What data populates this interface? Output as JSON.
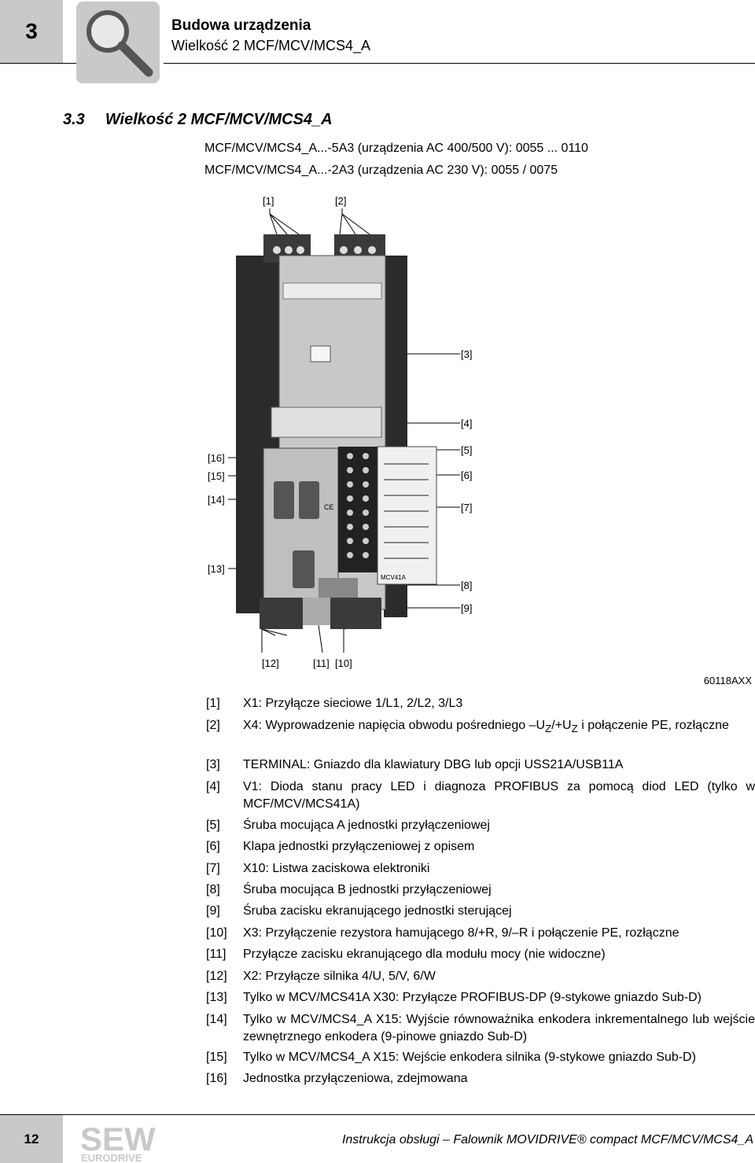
{
  "header": {
    "chapter": "3",
    "title": "Budowa urządzenia",
    "subtitle": "Wielkość 2 MCF/MCV/MCS4_A"
  },
  "section": {
    "number": "3.3",
    "title": "Wielkość 2 MCF/MCV/MCS4_A"
  },
  "variants": [
    "MCF/MCV/MCS4_A...-5A3 (urządzenia AC 400/500 V): 0055 ... 0110",
    "MCF/MCV/MCS4_A...-2A3 (urządzenia AC 230 V): 0055 / 0075"
  ],
  "figure": {
    "code": "60118AXX",
    "callouts": [
      "[1]",
      "[2]",
      "[3]",
      "[4]",
      "[5]",
      "[6]",
      "[7]",
      "[8]",
      "[9]",
      "[10]",
      "[11]",
      "[12]",
      "[13]",
      "[14]",
      "[15]",
      "[16]"
    ],
    "labels": {
      "cert_mark": "CE",
      "option_label": "MCV41A"
    }
  },
  "legend": [
    {
      "num": "[1]",
      "text": "X1: Przyłącze sieciowe 1/L1, 2/L2, 3/L3"
    },
    {
      "num": "[2]",
      "text_a": "X4: Wyprowadzenie napięcia obwodu pośredniego –U",
      "sub1": "Z",
      "text_b": "/+U",
      "sub2": "Z",
      "text_c": " i połączenie PE, rozłączne"
    },
    {
      "num": "[3]",
      "text": "TERMINAL: Gniazdo dla klawiatury DBG lub opcji USS21A/USB11A"
    },
    {
      "num": "[4]",
      "text": "V1: Dioda stanu pracy LED i diagnoza PROFIBUS za pomocą diod LED (tylko w MCF/MCV/MCS41A)"
    },
    {
      "num": "[5]",
      "text": "Śruba mocująca A jednostki przyłączeniowej"
    },
    {
      "num": "[6]",
      "text": "Klapa jednostki przyłączeniowej z opisem"
    },
    {
      "num": "[7]",
      "text": "X10: Listwa zaciskowa elektroniki"
    },
    {
      "num": "[8]",
      "text": "Śruba mocująca B jednostki przyłączeniowej"
    },
    {
      "num": "[9]",
      "text": "Śruba zacisku ekranującego jednostki sterującej"
    },
    {
      "num": "[10]",
      "text": "X3: Przyłączenie rezystora hamującego 8/+R, 9/–R i połączenie PE, rozłączne"
    },
    {
      "num": "[11]",
      "text": "Przyłącze zacisku ekranującego dla modułu mocy (nie widoczne)"
    },
    {
      "num": "[12]",
      "text": "X2: Przyłącze silnika 4/U, 5/V, 6/W"
    },
    {
      "num": "[13]",
      "text": "Tylko w MCV/MCS41A X30: Przyłącze PROFIBUS-DP (9-stykowe gniazdo Sub-D)"
    },
    {
      "num": "[14]",
      "text": "Tylko w MCV/MCS4_A X15: Wyjście równoważnika enkodera inkrementalnego lub wejście zewnętrznego enkodera (9-pinowe gniazdo Sub-D)"
    },
    {
      "num": "[15]",
      "text": "Tylko w MCV/MCS4_A X15: Wejście enkodera silnika (9-stykowe gniazdo Sub-D)"
    },
    {
      "num": "[16]",
      "text": "Jednostka przyłączeniowa, zdejmowana"
    }
  ],
  "footer": {
    "page": "12",
    "brand": "SEW",
    "brand_sub": "EURODRIVE",
    "doc_title": "Instrukcja obsługi – Falownik MOVIDRIVE® compact MCF/MCV/MCS4_A"
  },
  "colors": {
    "tab_gray": "#c9c9c9",
    "device_dark": "#2b2b2b",
    "device_light": "#c8c8c8"
  }
}
